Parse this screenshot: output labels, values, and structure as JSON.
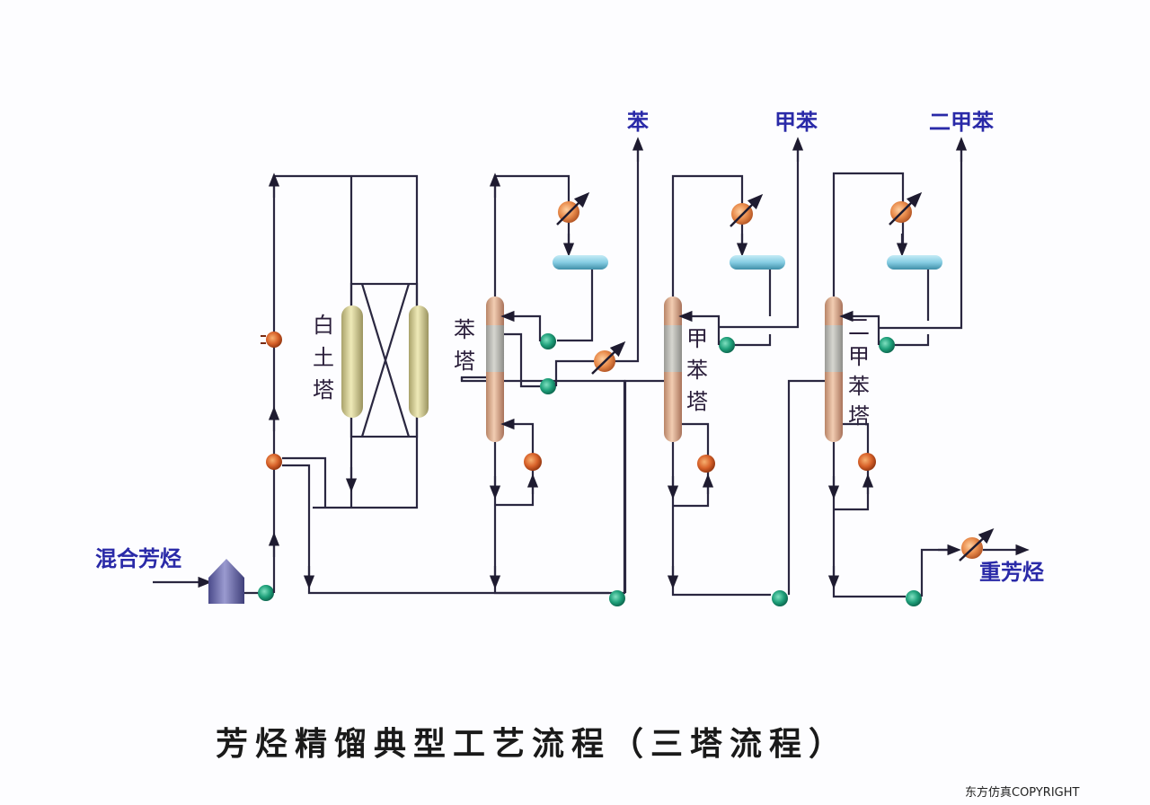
{
  "title": "芳烃精馏典型工艺流程（三塔流程）",
  "copyright": "东方仿真COPYRIGHT",
  "feed_label": "混合芳烃",
  "clay_tower_label": [
    "白",
    "土",
    "塔"
  ],
  "columns": [
    {
      "name": "苯塔",
      "label_chars": [
        "苯",
        "塔"
      ],
      "product": "苯"
    },
    {
      "name": "甲苯塔",
      "label_chars": [
        "甲",
        "苯",
        "塔"
      ],
      "product": "甲苯"
    },
    {
      "name": "二甲苯塔",
      "label_chars": [
        "二",
        "甲",
        "苯",
        "塔"
      ],
      "product": "二甲苯"
    }
  ],
  "bottom_product": "重芳烃",
  "colors": {
    "pipe": "#2a2740",
    "label_blue": "#2a2aa8",
    "column_body": "#d9a98a",
    "column_packing": "#b9b9b4",
    "clay_vessel": "#d8d29a",
    "drum": "#8fd0e6",
    "pump": "#2fa88a",
    "exchanger": "#e07a40",
    "feed_tank": "#6a6aa8"
  }
}
